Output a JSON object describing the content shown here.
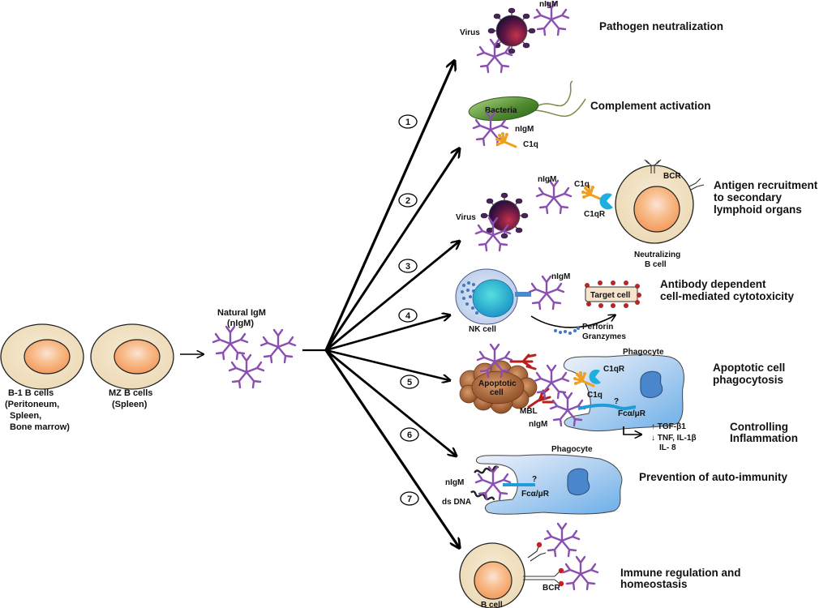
{
  "source": {
    "cells": [
      {
        "name": "b1-b-cell",
        "lines": [
          "B-1 B cells",
          "(Peritoneum,",
          "Spleen,",
          "Bone marrow)"
        ]
      },
      {
        "name": "mz-b-cell",
        "lines": [
          "MZ B cells",
          "(Spleen)"
        ]
      }
    ],
    "product": {
      "lines": [
        "Natural IgM",
        "(nIgM)"
      ]
    }
  },
  "pathways": [
    {
      "number": "1",
      "outcome": [
        "Pathogen neutralization"
      ],
      "labels": {
        "virus": "Virus",
        "nigm": "nIgM"
      }
    },
    {
      "number": "2",
      "outcome": [
        "Complement activation"
      ],
      "labels": {
        "bacteria": "Bacteria",
        "nigm": "nIgM",
        "c1q": "C1q"
      }
    },
    {
      "number": "3",
      "outcome": [
        "Antigen recruitment",
        "to secondary",
        "lymphoid organs"
      ],
      "labels": {
        "virus": "Virus",
        "nigm": "nIgM",
        "c1q": "C1q",
        "c1qr": "C1qR",
        "bcr": "BCR",
        "cell": [
          "Neutralizing",
          "B cell"
        ]
      }
    },
    {
      "number": "4",
      "outcome": [
        "Antibody dependent",
        "cell-mediated cytotoxicity"
      ],
      "labels": {
        "nk": "NK cell",
        "nigm": "nIgM",
        "target": "Target cell",
        "granules": [
          "Perforin",
          "Granzymes"
        ]
      }
    },
    {
      "number": "5",
      "outcome": [
        "Apoptotic cell",
        "phagocytosis"
      ],
      "labels": {
        "apoptotic": [
          "Apoptotic",
          "cell"
        ],
        "phagocyte": "Phagocyte",
        "c1qr": "C1qR",
        "c1q": "C1q",
        "mbl": "MBL",
        "nigm": "nIgM",
        "q": "?",
        "fc": "Fcα/μR"
      }
    },
    {
      "number": "6",
      "outcome": [
        "Prevention of auto-immunity"
      ],
      "labels": {
        "phagocyte": "Phagocyte",
        "nigm": "nIgM",
        "dsdna": "ds DNA",
        "q": "?",
        "fc": "Fcα/μR"
      }
    },
    {
      "number": "7",
      "outcome": [
        "Immune regulation and",
        "homeostasis"
      ],
      "labels": {
        "cell": "B cell",
        "bcr": "BCR"
      }
    }
  ],
  "inflammation": {
    "title": [
      "Controlling",
      "Inflammation"
    ],
    "up": "↑ TGF-β1",
    "down": "↓ TNF, IL-1β",
    "down2": "IL- 8"
  },
  "colors": {
    "igm": "#8a4fb0",
    "virus": "#5a1040",
    "bacteria": "#4f8a2e",
    "c1q": "#f0a020",
    "c1qr": "#1eaee0",
    "cell_outer": "#f3e6cc",
    "nucleus": "#f6a97a",
    "phagocyte": "#9cc8ee",
    "apoptotic": "#a4603a",
    "mbl": "#b8201e",
    "nk_nucleus": "#1fb6cf",
    "arrow": "#000000"
  }
}
